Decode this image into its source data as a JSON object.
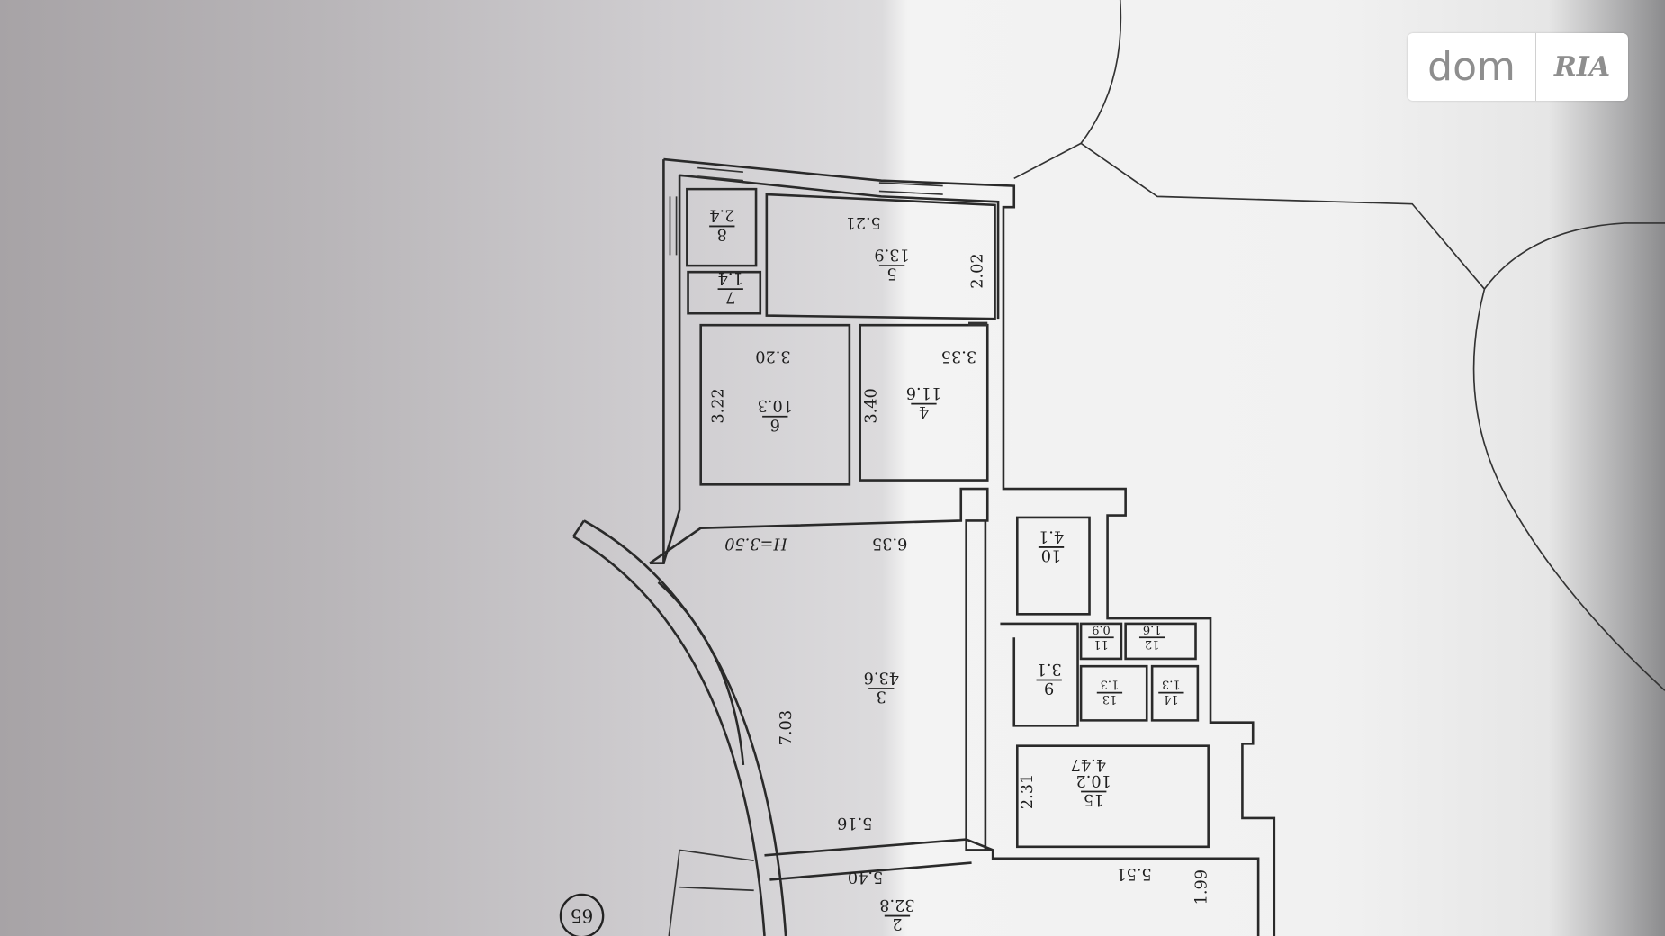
{
  "watermark": {
    "left": "dom",
    "right": "RIA"
  },
  "plan": {
    "ceiling_height": "H=3.50",
    "plan_number": "65",
    "rooms": [
      {
        "number": "8",
        "area": "2.4"
      },
      {
        "number": "5",
        "area": "13.9"
      },
      {
        "number": "7",
        "area": "1.4"
      },
      {
        "number": "6",
        "area": "10.3"
      },
      {
        "number": "4",
        "area": "11.6"
      },
      {
        "number": "3",
        "area": "43.6"
      },
      {
        "number": "10",
        "area": "4.1"
      },
      {
        "number": "9",
        "area": "3.1"
      },
      {
        "number": "11",
        "area": "0.9"
      },
      {
        "number": "12",
        "area": "1.6"
      },
      {
        "number": "13",
        "area": "1.3"
      },
      {
        "number": "14",
        "area": "1.3"
      },
      {
        "number": "15",
        "area": "10.2"
      },
      {
        "number": "2",
        "area": "32.8"
      }
    ],
    "dimensions": [
      "5.21",
      "2.02",
      "3.20",
      "3.35",
      "3.22",
      "3.40",
      "6.35",
      "7.03",
      "5.16",
      "5.40",
      "4.47",
      "2.31",
      "5.51",
      "1.99"
    ]
  }
}
